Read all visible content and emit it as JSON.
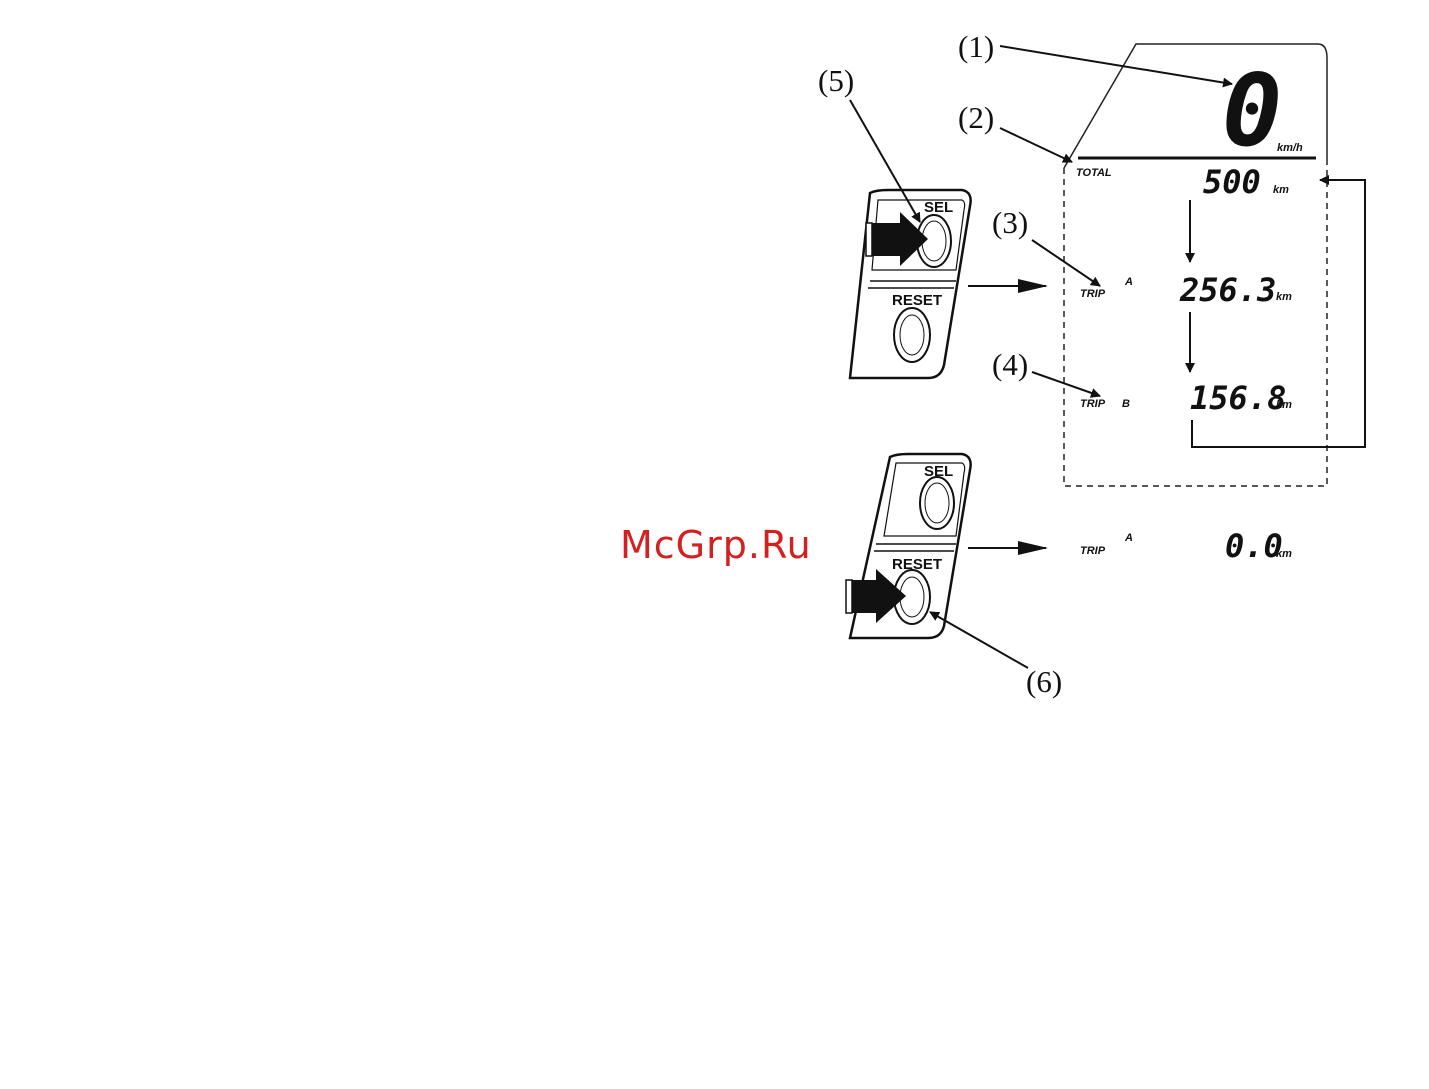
{
  "callouts": {
    "c1": "(1)",
    "c2": "(2)",
    "c3": "(3)",
    "c4": "(4)",
    "c5": "(5)",
    "c6": "(6)"
  },
  "speed": {
    "value": "0",
    "unit": "km/h"
  },
  "odometer": {
    "total_label": "TOTAL",
    "total_value": "500",
    "total_unit": "km",
    "tripA_label": "TRIP",
    "tripA_letter": "A",
    "tripA_value": "256.3",
    "tripA_unit": "km",
    "tripB_label": "TRIP",
    "tripB_letter": "B",
    "tripB_value": "156.8",
    "tripB_unit": "km"
  },
  "reset_result": {
    "label": "TRIP",
    "letter": "A",
    "value": "0.0",
    "unit": "km"
  },
  "buttons": {
    "sel": "SEL",
    "reset": "RESET"
  },
  "watermark": "McGrp.Ru"
}
